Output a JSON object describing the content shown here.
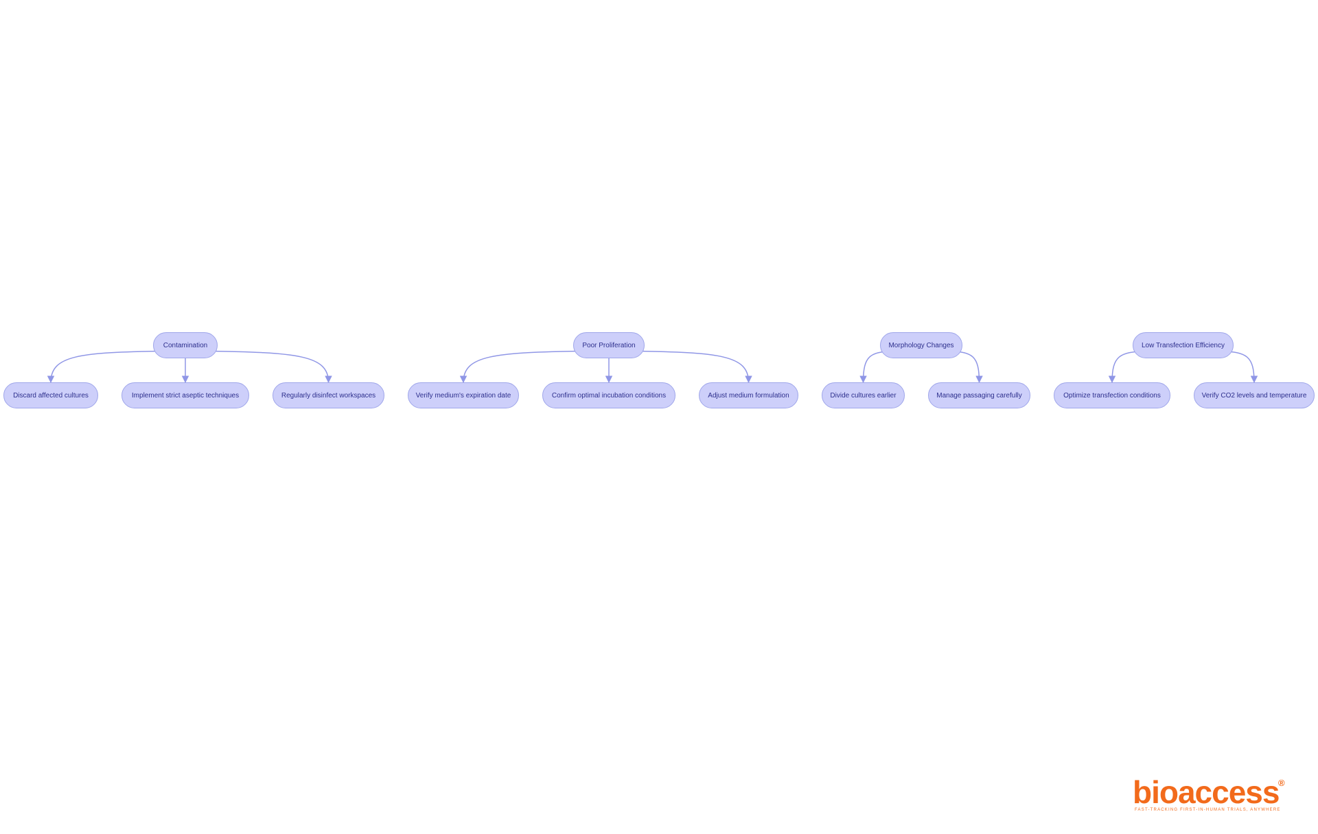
{
  "colors": {
    "node_fill": "#cdcffa",
    "node_border": "#9fa6ea",
    "node_text": "#2c2e8c",
    "edge": "#8f96e6",
    "brand": "#f26a1b"
  },
  "diagram": {
    "nodes": [
      {
        "id": "contamination",
        "label": "Contamination"
      },
      {
        "id": "discard",
        "label": "Discard affected cultures"
      },
      {
        "id": "aseptic",
        "label": "Implement strict aseptic techniques"
      },
      {
        "id": "disinfect",
        "label": "Regularly disinfect workspaces"
      },
      {
        "id": "proliferation",
        "label": "Poor Proliferation"
      },
      {
        "id": "expiration",
        "label": "Verify medium's expiration date"
      },
      {
        "id": "incubation",
        "label": "Confirm optimal incubation conditions"
      },
      {
        "id": "formulation",
        "label": "Adjust medium formulation"
      },
      {
        "id": "morphology",
        "label": "Morphology Changes"
      },
      {
        "id": "divide",
        "label": "Divide cultures earlier"
      },
      {
        "id": "passaging",
        "label": "Manage passaging carefully"
      },
      {
        "id": "transfection",
        "label": "Low Transfection Efficiency"
      },
      {
        "id": "optimize",
        "label": "Optimize transfection conditions"
      },
      {
        "id": "co2",
        "label": "Verify CO2 levels and temperature"
      }
    ],
    "edges": [
      {
        "from": "contamination",
        "to": "discard"
      },
      {
        "from": "contamination",
        "to": "aseptic"
      },
      {
        "from": "contamination",
        "to": "disinfect"
      },
      {
        "from": "proliferation",
        "to": "expiration"
      },
      {
        "from": "proliferation",
        "to": "incubation"
      },
      {
        "from": "proliferation",
        "to": "formulation"
      },
      {
        "from": "morphology",
        "to": "divide"
      },
      {
        "from": "morphology",
        "to": "passaging"
      },
      {
        "from": "transfection",
        "to": "optimize"
      },
      {
        "from": "transfection",
        "to": "co2"
      }
    ]
  },
  "logo": {
    "wordmark": "bioaccess",
    "registered": "®",
    "tagline": "FAST-TRACKING FIRST-IN-HUMAN TRIALS, ANYWHERE"
  }
}
